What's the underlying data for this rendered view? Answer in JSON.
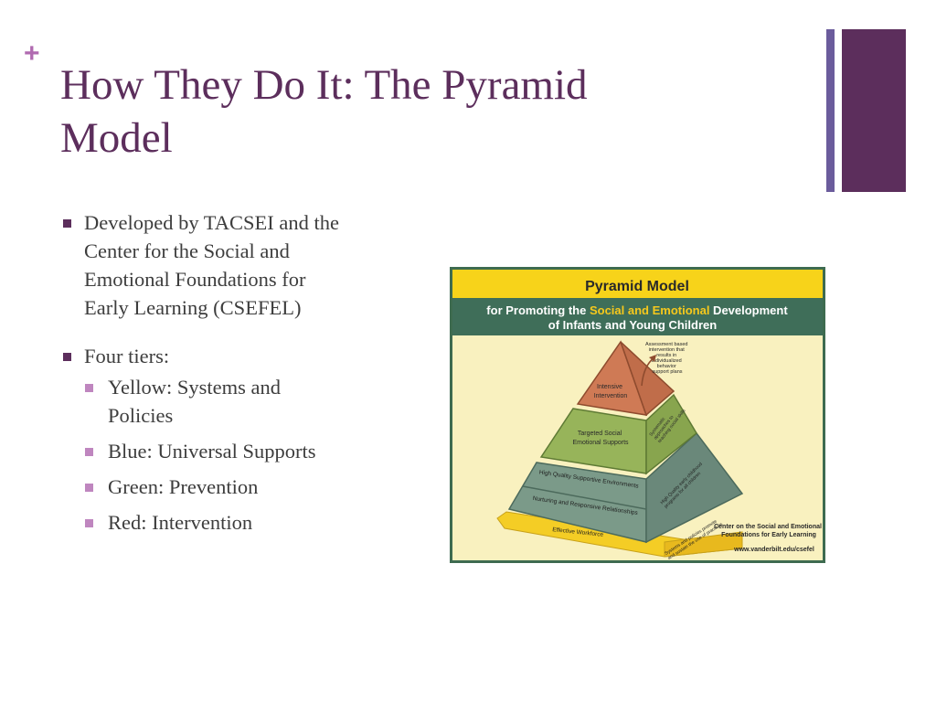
{
  "slide": {
    "plus_mark": "+",
    "title_lines": [
      "How They Do It: The Pyramid",
      "Model"
    ],
    "colors": {
      "title": "#5c2e5c",
      "plus": "#b06ab0",
      "accent_thin": "#6b5c9c",
      "accent_thick": "#5c2e5c",
      "bullet_l1": "#5c2e5c",
      "bullet_l2": "#bf86bf"
    },
    "bullets": [
      {
        "lines": [
          "Developed by TACSEI and the",
          "Center for the Social and",
          "Emotional Foundations for",
          "Early Learning (CSEFEL)"
        ]
      },
      {
        "lines": [
          "Four tiers:"
        ],
        "subitems": [
          {
            "lines": [
              "Yellow:  Systems and",
              "Policies"
            ]
          },
          {
            "lines": [
              "Blue:  Universal Supports"
            ]
          },
          {
            "lines": [
              "Green: Prevention"
            ]
          },
          {
            "lines": [
              "Red: Intervention"
            ]
          }
        ]
      }
    ]
  },
  "figure": {
    "header_title": "Pyramid Model",
    "banner_line1_prefix": "for Promoting the ",
    "banner_line1_highlight": "Social and Emotional",
    "banner_line1_suffix": " Development",
    "banner_line2": "of Infants and Young Children",
    "callout_lines": [
      "Assessment based",
      "intervention that",
      "results in",
      "individualized",
      "behavior",
      "support plans"
    ],
    "tiers": {
      "intensive": [
        "Intensive",
        "Intervention"
      ],
      "targeted": [
        "Targeted Social",
        "Emotional Supports"
      ],
      "targeted_side": [
        "Systematic",
        "approaches to",
        "teaching social skills"
      ],
      "supportive": "High Quality Supportive Environments",
      "nurturing": "Nurturing and Responsive Relationships",
      "universal_side": [
        "High Quality early childhood",
        "programs for all children"
      ],
      "workforce": "Effective Workforce",
      "systems_side": [
        "Systems and policies promote",
        "and sustain the use of practices"
      ]
    },
    "footer_org_lines": [
      "Center on the Social and Emotional",
      "Foundations for Early Learning"
    ],
    "footer_url": "www.vanderbilt.edu/csefel",
    "colors": {
      "frame": "#3e6b50",
      "header_bg": "#f7d31a",
      "banner_bg": "#3f6e59",
      "banner_highlight": "#f6c81c",
      "body_bg": "#f9f1bf",
      "red_tier": "#cf7a55",
      "green_tier": "#97b45a",
      "blue_tier": "#7b9a89",
      "yellow_base": "#f4cd25"
    }
  }
}
